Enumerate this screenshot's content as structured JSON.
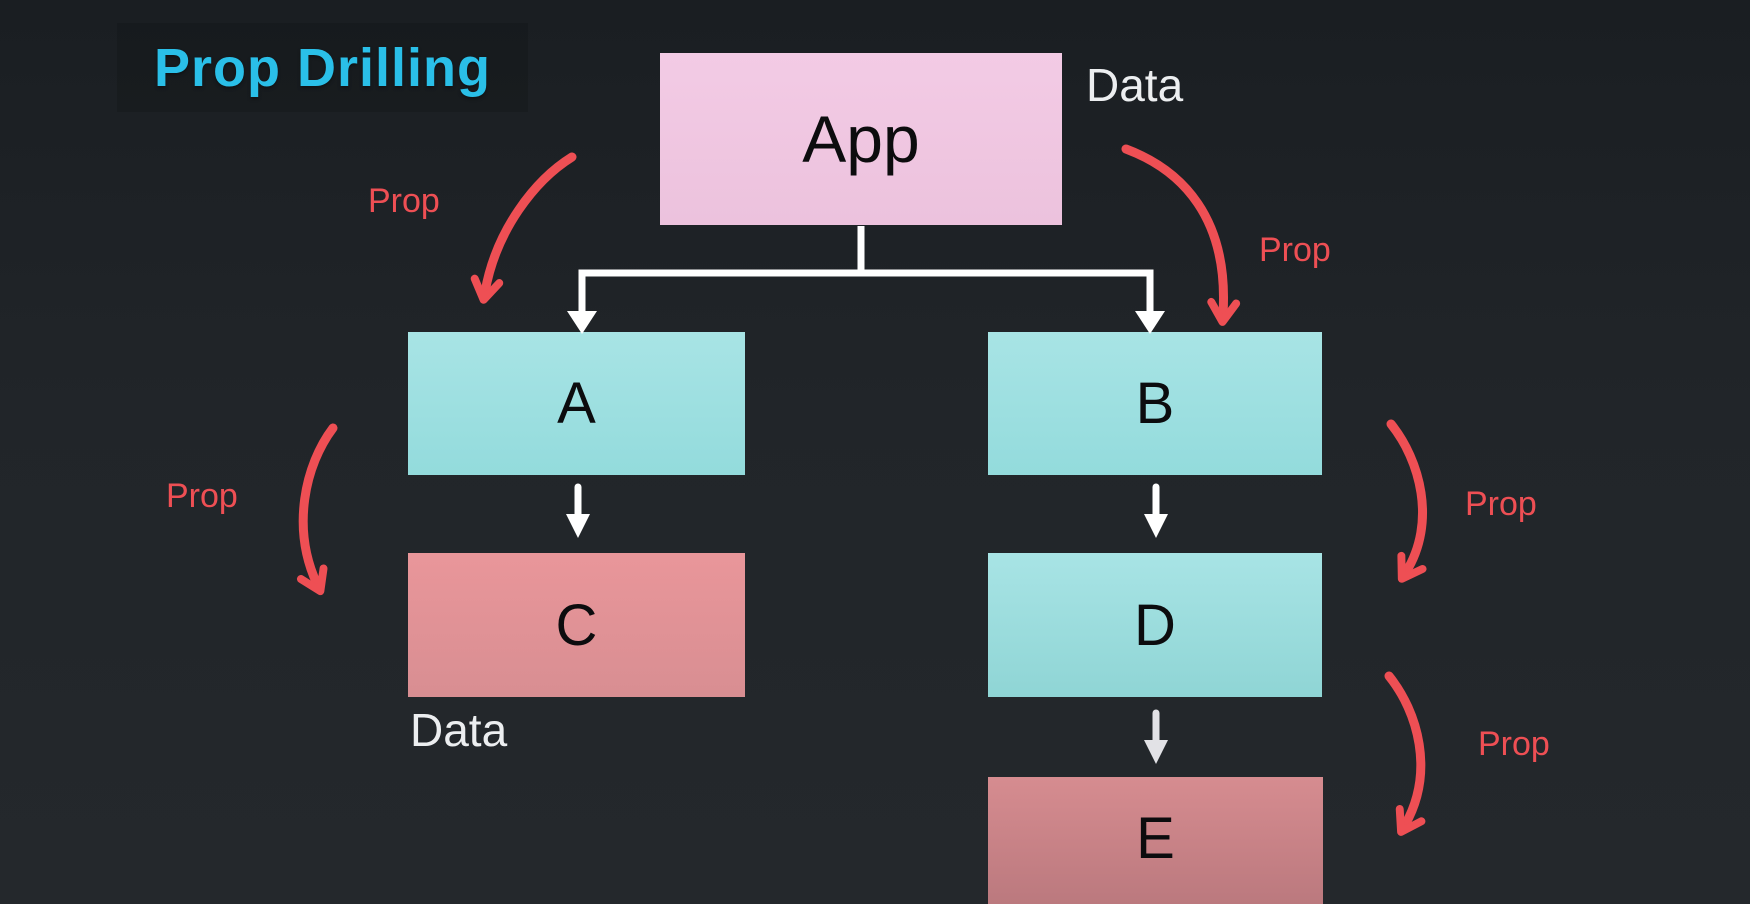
{
  "title": "Prop Drilling",
  "nodes": {
    "app": "App",
    "a": "A",
    "b": "B",
    "c": "C",
    "d": "D",
    "e": "E"
  },
  "labels": {
    "data_top": "Data",
    "data_bottom": "Data",
    "props": [
      "Prop",
      "Prop",
      "Prop",
      "Prop",
      "Prop"
    ]
  },
  "colors": {
    "bg-top": "#1a1e22",
    "bg-mid": "#212529",
    "bg-bottom": "#24282c",
    "title-panel": "rgba(0,0,0,0.12)",
    "title-cyan": "#2abfe8",
    "prop-red": "#ee4f54",
    "node-pink-1": "#f3cbe5",
    "node-pink-2": "#ecc2dd",
    "node-teal-1": "#a8e4e5",
    "node-teal-2": "#93dbdc",
    "node-teal-3": "#8fd5d5",
    "node-salmon-1": "#e9969a",
    "node-salmon-2": "#d88e92",
    "node-salmon-dark-1": "#d68c90",
    "node-salmon-dark-2": "#bb797e",
    "node-text": "#0c0c0e",
    "connector-white": "#ffffff",
    "connector-dim": "#e2e2e6",
    "data-text": "#eceef0"
  }
}
